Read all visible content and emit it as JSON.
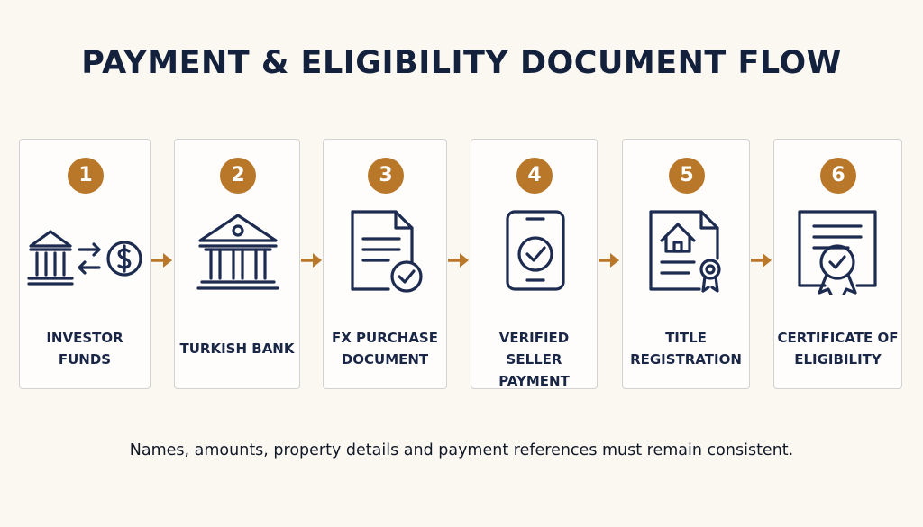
{
  "title": "PAYMENT & ELIGIBILITY DOCUMENT FLOW",
  "accent_color": "#b9772a",
  "ink_color": "#1c2b4f",
  "steps": [
    {
      "number": "1",
      "line1": "INVESTOR",
      "line2": "FUNDS",
      "icon": "bank-exchange-dollar-icon"
    },
    {
      "number": "2",
      "line1": "TURKISH BANK",
      "line2": "",
      "icon": "bank-icon"
    },
    {
      "number": "3",
      "line1": "FX PURCHASE",
      "line2": "DOCUMENT",
      "icon": "document-check-icon"
    },
    {
      "number": "4",
      "line1": "VERIFIED SELLER",
      "line2": "PAYMENT",
      "icon": "phone-check-icon"
    },
    {
      "number": "5",
      "line1": "TITLE",
      "line2": "REGISTRATION",
      "icon": "house-deed-icon"
    },
    {
      "number": "6",
      "line1": "CERTIFICATE OF",
      "line2": "ELIGIBILITY",
      "icon": "certificate-icon"
    }
  ],
  "footer": "Names, amounts, property details and payment references must remain consistent."
}
